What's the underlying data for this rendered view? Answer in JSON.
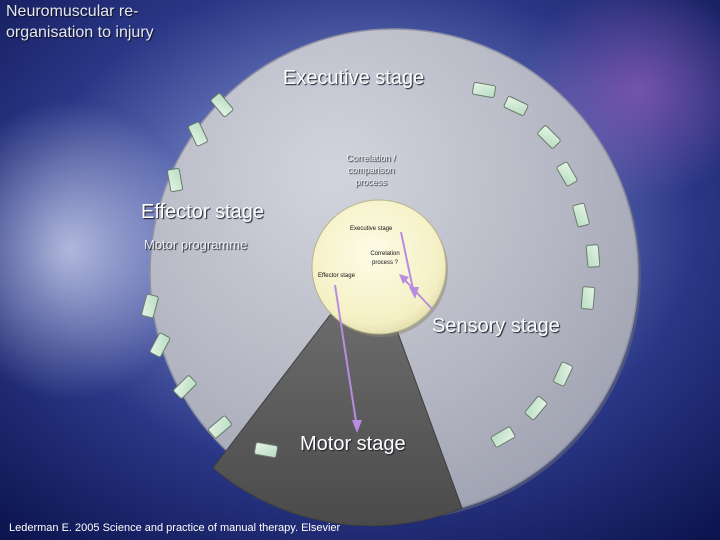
{
  "slide": {
    "title_line1": "Neuromuscular re-",
    "title_line2": "organisation to injury",
    "citation": "Lederman E. 2005 Science and practice of manual therapy. Elsevier"
  },
  "diagram": {
    "executive_stage": "Executive stage",
    "correlation_text": "Correlation / comparison process",
    "effector_stage": "Effector stage",
    "motor_programme": "Motor programme",
    "inner_executive": "Executive stage",
    "inner_correlation": "Correlation process ?",
    "inner_effector": "Effector stage",
    "sensory_stage": "Sensory stage",
    "motor_stage": "Motor stage"
  },
  "colors": {
    "background": "#1c2a6e",
    "disc": "#b4b7c4",
    "motor_sector": "#5c5c5c",
    "inner_circle": "#f7f4cc",
    "tiles": "#cde8d2",
    "arrow": "#b88ce0"
  }
}
